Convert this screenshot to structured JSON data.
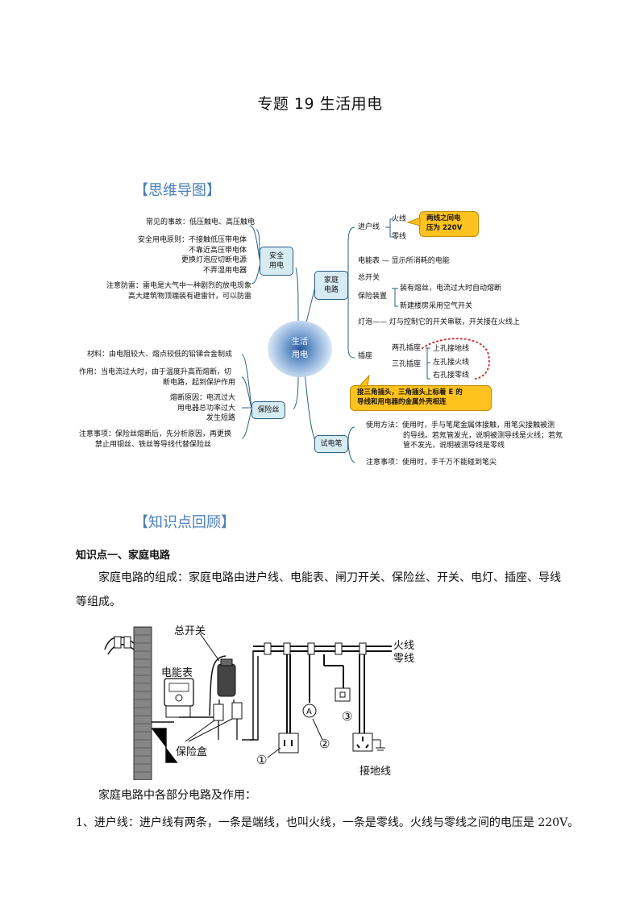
{
  "title": "专题 19  生活用电",
  "mindmap_heading": "【思维导图】",
  "review_heading": "【知识点回顾】",
  "mindmap": {
    "center": [
      "生活",
      "用电"
    ],
    "safety": {
      "node": [
        "安全",
        "用电"
      ],
      "common_accidents": "常见的事故：低压触电、高压触电",
      "principle": [
        "安全用电原则：不接触低压带电体",
        "不靠近高压带电体",
        "更换灯泡应切断电源",
        "不弄湿用电器"
      ],
      "lightning": [
        "注意防雷：雷电是大气中一种剧烈的放电现象",
        "高大建筑物顶端装有避雷针，可以防雷"
      ]
    },
    "fuse": {
      "node": "保险丝",
      "material": "材料：由电阻较大、熔点较低的铅锑合金制成",
      "function": [
        "作用：当电流过大时，由于温度升高而熔断，切",
        "断电路，起到保护作用"
      ],
      "cause": [
        "熔断原因：电流过大",
        "用电器总功率过大",
        "发生短路"
      ],
      "notice": [
        "注意事项：保险丝熔断后，先分析原因，再更换",
        "禁止用铜丝、铁丝等导线代替保险丝"
      ]
    },
    "home": {
      "node": [
        "家庭",
        "电路"
      ],
      "inlet": "进户线",
      "live": "火线",
      "neutral": "零线",
      "voltage_bubble": [
        "两线之间电",
        "压为 220V"
      ],
      "meter": "电能表 —  显示所消耗的电能",
      "switch": "总开关",
      "protect": "保险装置",
      "protect_a": "装有熔丝，电流过大时自动熔断",
      "protect_b": "新建楼房采用空气开关",
      "bulb": "灯泡——  灯与控制它的开关串联，开关接在火线上",
      "socket": "插座",
      "two_hole": "两孔插座",
      "three_hole": "三孔插座",
      "upper": "上孔接地线",
      "left": "左孔接火线",
      "right": "右孔接零线",
      "plug_bubble": [
        "接三角插头，三角插头上标着 E 的",
        "导线和用电器的金属外壳相连"
      ]
    },
    "tester": {
      "node": "试电笔",
      "usage": [
        "使用方法：使用时，手与笔尾金属体接触，用笔尖接触被测",
        "的导线。若氖管发光，说明被测导线是火线；若氖",
        "管不发光，说明被测导线是零线"
      ],
      "notice": "注意事项：使用时，手千万不能碰到笔尖"
    }
  },
  "kp1": {
    "heading": "知识点一、家庭电路",
    "para": [
      "家庭电路的组成：家庭电路由进户线、电能表、闸刀开关、保险丝、开关、电灯、插座、导线",
      "等组成。"
    ],
    "after": "家庭电路中各部分电路及作用：",
    "item1": "1、进户线：进户线有两条，一条是端线，也叫火线，一条是零线。火线与零线之间的电压是 220V。"
  },
  "diagram": {
    "main_switch": "总开关",
    "meter": "电能表",
    "fuse_box": "保险盒",
    "live": "火线",
    "neutral": "零线",
    "ground": "接地线",
    "n1": "①",
    "n2": "②",
    "n3": "③",
    "lamp": "A"
  },
  "colors": {
    "box_fill": "#d7ebf3",
    "box_border": "#2c5f82",
    "bubble": "#ffc21e",
    "heading": "#4a7fb8",
    "red_dots": "#d22b2b"
  }
}
